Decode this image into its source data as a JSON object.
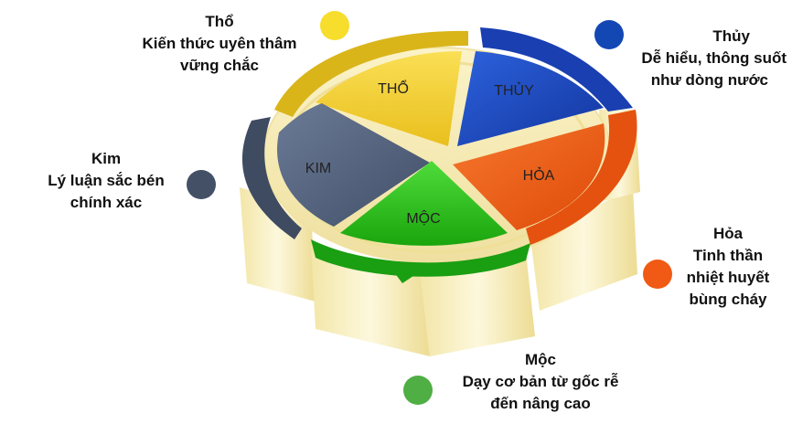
{
  "segments": {
    "tho": {
      "label": "THỔ",
      "color": "#f4cf2e"
    },
    "thuy": {
      "label": "THỦY",
      "color": "#1d49c4"
    },
    "kim": {
      "label": "KIM",
      "color": "#4f5f7a"
    },
    "hoa": {
      "label": "HỎA",
      "color": "#f05a14"
    },
    "moc": {
      "label": "MỘC",
      "color": "#2fc01a"
    }
  },
  "callouts": {
    "tho": {
      "title": "Thổ",
      "lines": [
        "Kiến thức uyên thâm",
        "vững chắc"
      ]
    },
    "thuy": {
      "title": "Thủy",
      "lines": [
        "Dễ hiểu, thông suốt",
        "như dòng nước"
      ]
    },
    "kim": {
      "title": "Kim",
      "lines": [
        "Lý luận sắc bén",
        "chính xác"
      ]
    },
    "hoa": {
      "title": "Hỏa",
      "lines": [
        "Tinh thần",
        "nhiệt huyết",
        "bùng cháy"
      ]
    },
    "moc": {
      "title": "Mộc",
      "lines": [
        "Dạy cơ bản từ gốc rễ",
        "đến nâng cao"
      ]
    }
  },
  "colors": {
    "dot_tho": "#f7dd2c",
    "dot_thuy": "#1347b4",
    "dot_kim": "#445066",
    "dot_hoa": "#f05a14",
    "dot_moc": "#4fae44",
    "cream": "#f6ecb6"
  }
}
